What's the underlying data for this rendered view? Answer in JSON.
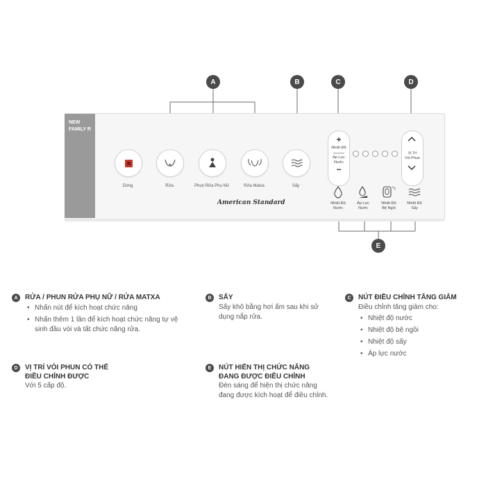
{
  "panel": {
    "brand_line1": "NEW",
    "brand_line2": "FAMILY R",
    "logo": "American Standard",
    "buttons": [
      {
        "label": "Dừng",
        "icon": "stop-icon"
      },
      {
        "label": "Rửa",
        "icon": "rear-wash-icon"
      },
      {
        "label": "Phun Rửa Phụ Nữ",
        "icon": "feminine-wash-icon"
      },
      {
        "label": "Rửa Matxa",
        "icon": "massage-wash-icon"
      },
      {
        "label": "Sấy",
        "icon": "dry-icon"
      }
    ],
    "adjust": {
      "plus": "+",
      "minus": "−",
      "label_top": "Nhiệt Độ",
      "label_bottom_1": "Áp Lực",
      "label_bottom_2": "Nước"
    },
    "nozzle": {
      "label_1": "Vị Trí",
      "label_2": "Vòi Phun"
    },
    "indicators": [
      {
        "line1": "Nhiệt Độ",
        "line2": "Nước",
        "icon": "water-drop-icon"
      },
      {
        "line1": "Áp Lực",
        "line2": "Nước",
        "icon": "pressure-icon"
      },
      {
        "line1": "Nhiệt Độ",
        "line2": "Bệ Ngồi",
        "icon": "seat-temp-icon"
      },
      {
        "line1": "Nhiệt Độ",
        "line2": "Sấy",
        "icon": "dryer-temp-icon"
      }
    ]
  },
  "callouts": [
    "A",
    "B",
    "C",
    "D",
    "E"
  ],
  "sections": {
    "a": {
      "badge": "A",
      "title": "RỬA / PHUN RỬA PHỤ NỮ / RỬA MATXA",
      "bullets": [
        "Nhấn nút để kích hoạt chức năng",
        "Nhấn thêm 1 lần để kích hoạt chức năng tự vệ sinh đầu vòi và tất chức năng rửa."
      ]
    },
    "b": {
      "badge": "B",
      "title": "SẤY",
      "text": "Sấy khô bằng hơi ấm sau khi sử dụng nắp rửa."
    },
    "c": {
      "badge": "C",
      "title": "NÚT ĐIỀU CHỈNH TĂNG GIẢM",
      "text": "Điều chỉnh tăng giảm cho:",
      "bullets": [
        "Nhiệt độ nước",
        "Nhiệt độ bệ ngồi",
        "Nhiệt độ sấy",
        "Áp lực nước"
      ]
    },
    "d": {
      "badge": "D",
      "title_1": "VỊ TRÍ VÒI PHUN CÓ THỂ",
      "title_2": "ĐIỀU CHỈNH ĐƯỢC",
      "text": "Với 5 cấp độ."
    },
    "e": {
      "badge": "E",
      "title_1": "NÚT HIỂN THỊ CHỨC NĂNG",
      "title_2": "ĐANG ĐƯỢC ĐIỀU CHỈNH",
      "text": "Đèn sáng để hiện thị chức năng đang được kích hoạt để điều chỉnh."
    }
  }
}
